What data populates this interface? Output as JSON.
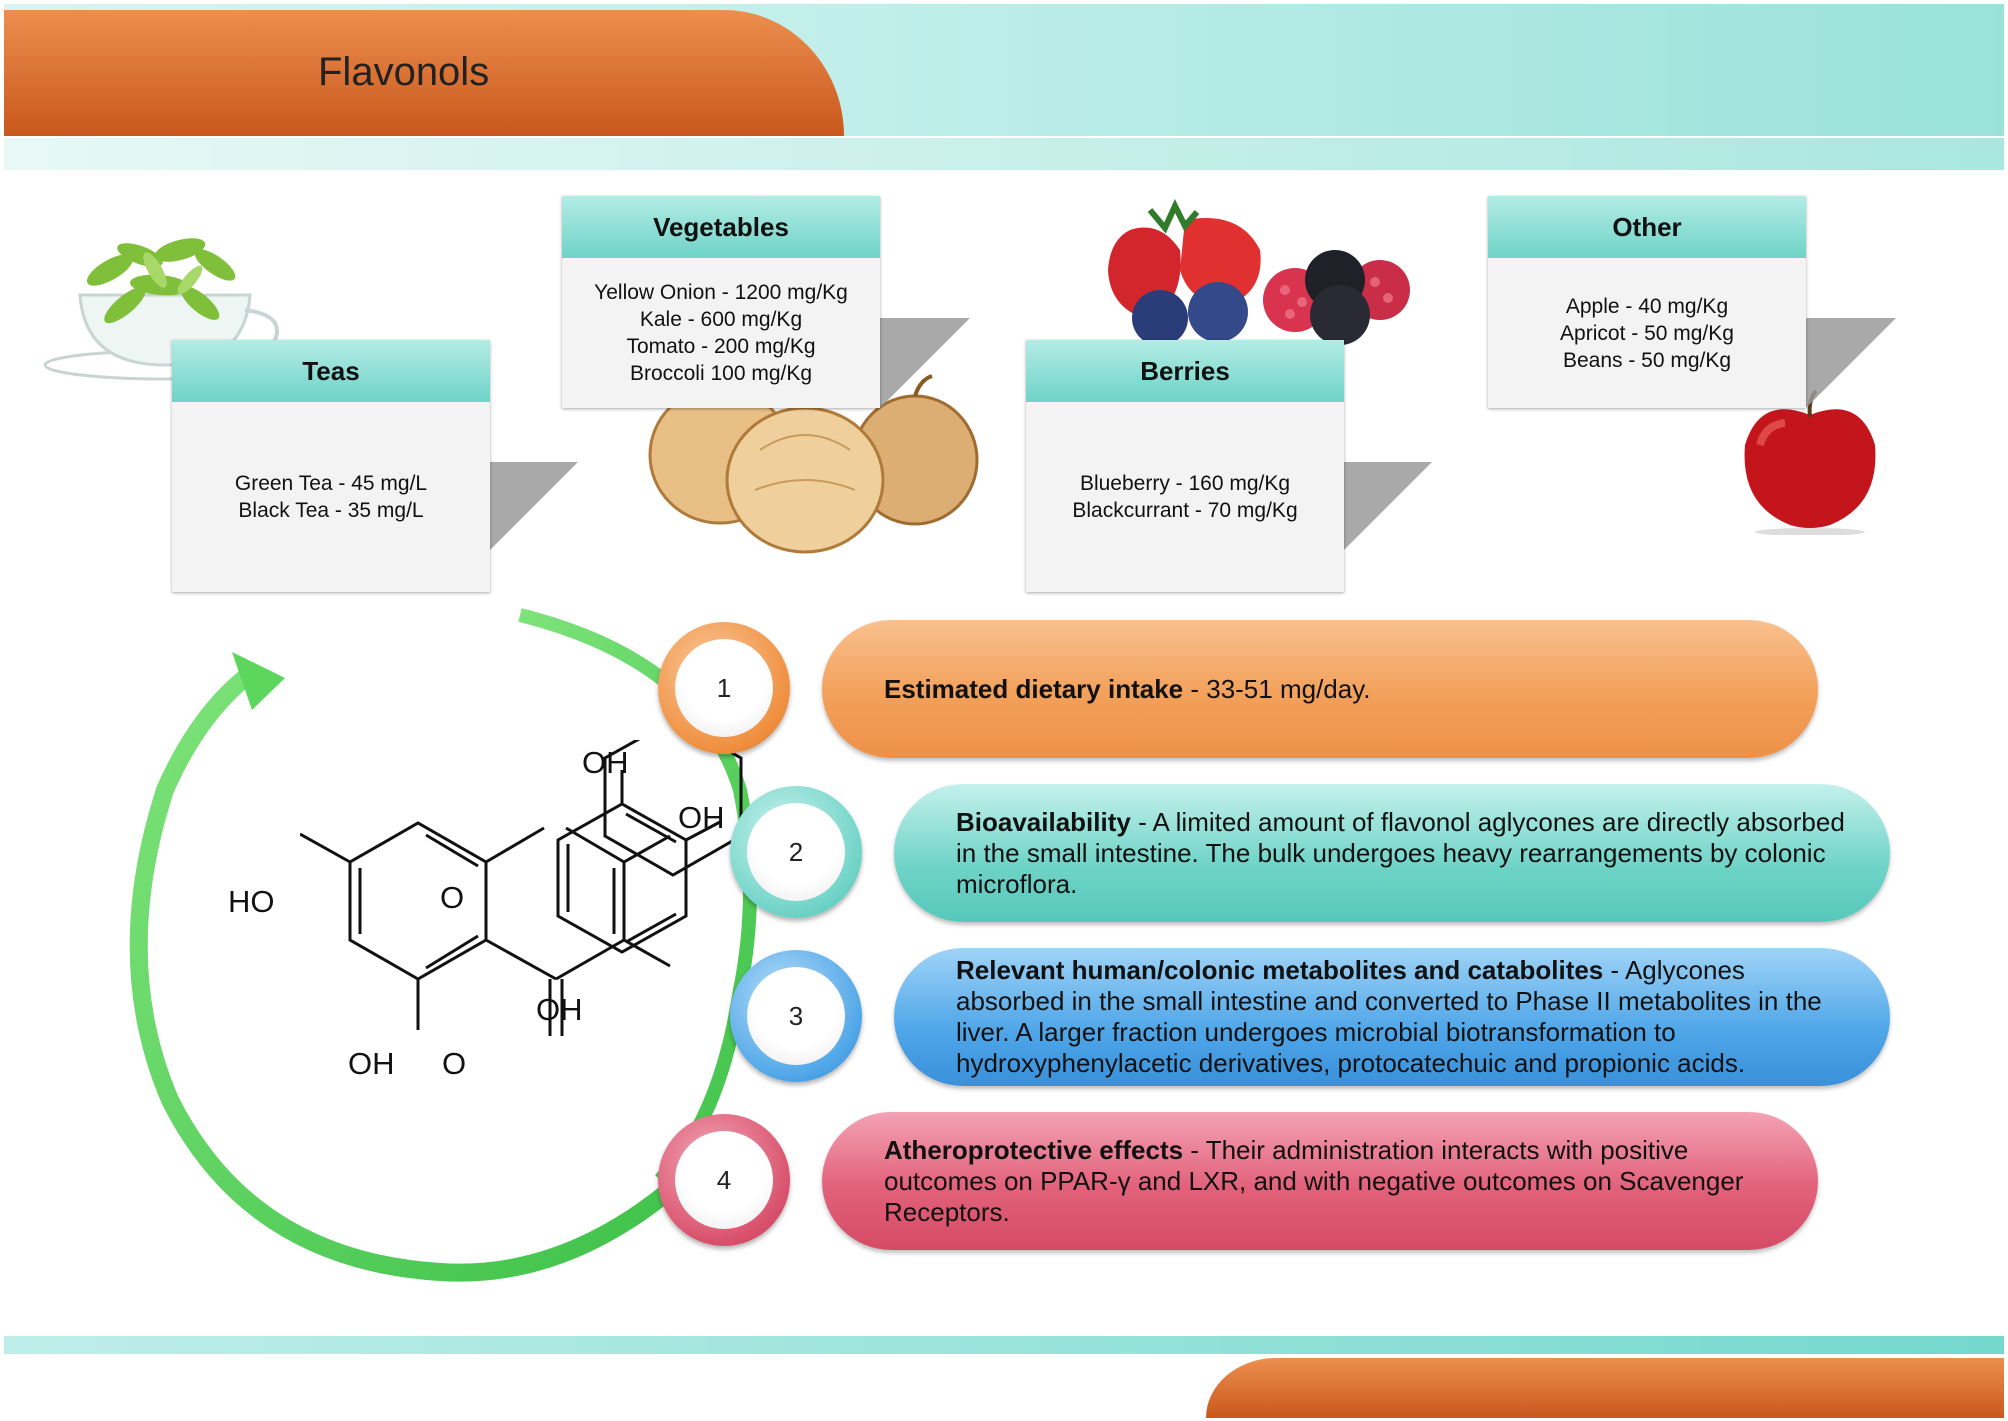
{
  "header": {
    "title": "Flavonols"
  },
  "cards": [
    {
      "title": "Teas",
      "items": [
        "Green Tea - 45 mg/L",
        "Black Tea - 35 mg/L"
      ]
    },
    {
      "title": "Vegetables",
      "items": [
        "Yellow Onion - 1200 mg/Kg",
        "Kale - 600 mg/Kg",
        "Tomato - 200 mg/Kg",
        "Broccoli 100 mg/Kg"
      ]
    },
    {
      "title": "Berries",
      "items": [
        "Blueberry - 160 mg/Kg",
        "Blackcurrant - 70 mg/Kg"
      ]
    },
    {
      "title": "Other",
      "items": [
        "Apple - 40 mg/Kg",
        "Apricot - 50 mg/Kg",
        "Beans - 50 mg/Kg"
      ]
    }
  ],
  "steps": [
    {
      "number": "1",
      "heading": "Estimated dietary intake",
      "text": " - 33-51 mg/day."
    },
    {
      "number": "2",
      "heading": "Bioavailability",
      "text": " - A limited amount of flavonol aglycones are directly absorbed in the small intestine. The bulk undergoes heavy rearrangements by colonic microflora."
    },
    {
      "number": "3",
      "heading": "Relevant human/colonic metabolites and catabolites",
      "text": " - Aglycones absorbed in the small intestine and converted to Phase II metabolites in the liver. A larger fraction undergoes microbial biotransformation to hydroxyphenylacetic derivatives, protocatechuic and propionic acids."
    },
    {
      "number": "4",
      "heading": "Atheroprotective effects",
      "text": " - Their administration interacts with positive outcomes on PPAR-γ and LXR, and with negative outcomes on Scavenger Receptors."
    }
  ],
  "molecule": {
    "labels": {
      "oh_top": "OH",
      "oh_right": "OH",
      "ho_left": "HO",
      "ring_o": "O",
      "oh_mid": "OH",
      "oh_bottom": "OH",
      "carbonyl_o": "O"
    }
  },
  "colors": {
    "orange": "#ee9148",
    "teal": "#6fd3c7",
    "blue": "#4fa6e8",
    "pink": "#d54b66",
    "arrow_green": "#5cd65c"
  }
}
